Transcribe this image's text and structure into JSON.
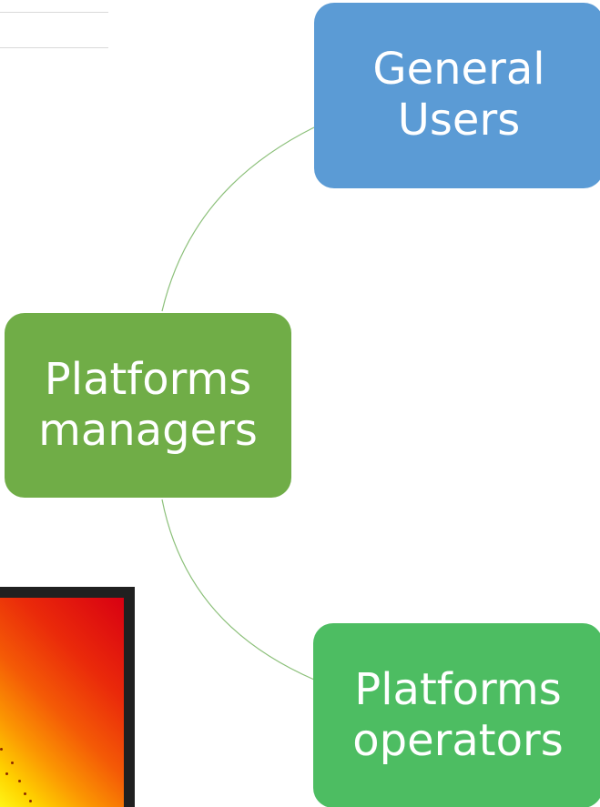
{
  "nodes": {
    "general_users": {
      "line1": "General",
      "line2": "Users",
      "color": "#5b9bd5"
    },
    "platforms_managers": {
      "line1": "Platforms",
      "line2": "managers",
      "color": "#70ad47"
    },
    "platforms_operators": {
      "line1": "Platforms",
      "line2": "operators",
      "color": "#4dbd62"
    }
  },
  "connector_color": "#8cc07a",
  "heatmap_colors": [
    "#d80012",
    "#f45a06",
    "#ffd500"
  ]
}
